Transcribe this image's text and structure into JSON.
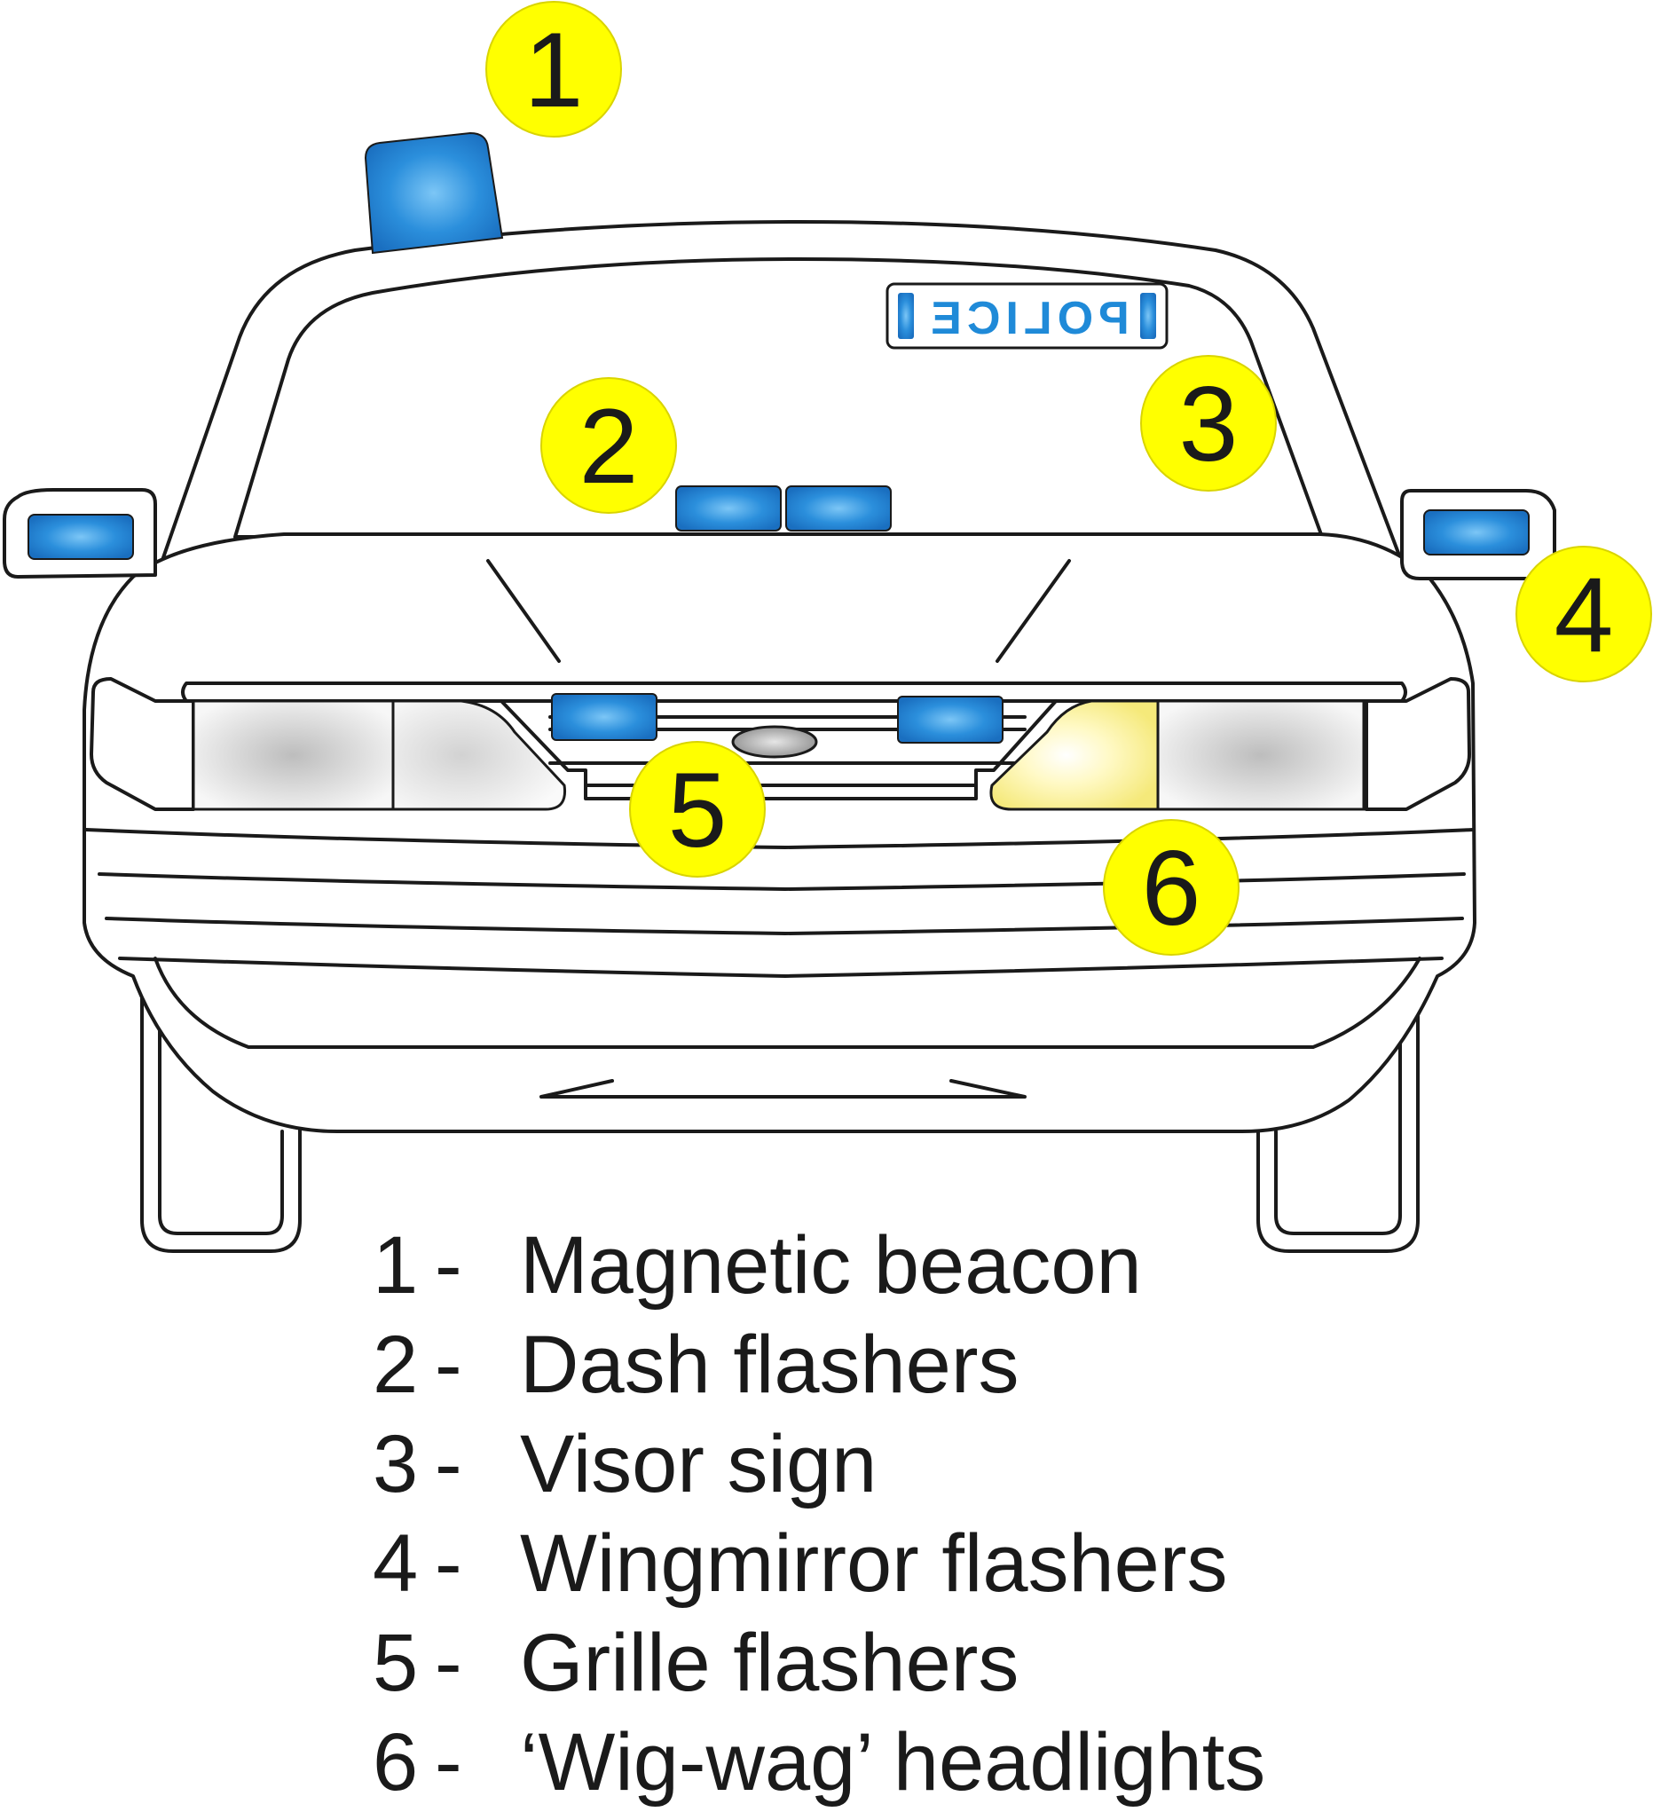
{
  "diagram": {
    "sign_text": "POLICE",
    "callouts": [
      {
        "number": "1"
      },
      {
        "number": "2"
      },
      {
        "number": "3"
      },
      {
        "number": "4"
      },
      {
        "number": "5"
      },
      {
        "number": "6"
      }
    ],
    "legend": [
      {
        "number": "1",
        "separator": "-",
        "label": "Magnetic beacon"
      },
      {
        "number": "2",
        "separator": "-",
        "label": "Dash flashers"
      },
      {
        "number": "3",
        "separator": "-",
        "label": "Visor sign"
      },
      {
        "number": "4",
        "separator": "-",
        "label": "Wingmirror flashers"
      },
      {
        "number": "5",
        "separator": "-",
        "label": "Grille flashers"
      },
      {
        "number": "6",
        "separator": "-",
        "label": "‘Wig-wag’ headlights"
      }
    ],
    "colors": {
      "callout_fill": "#ffff00",
      "light_blue": "#1e88d8",
      "headlight_yellow": "#fff6a8",
      "outline": "#1a1a1a"
    }
  }
}
